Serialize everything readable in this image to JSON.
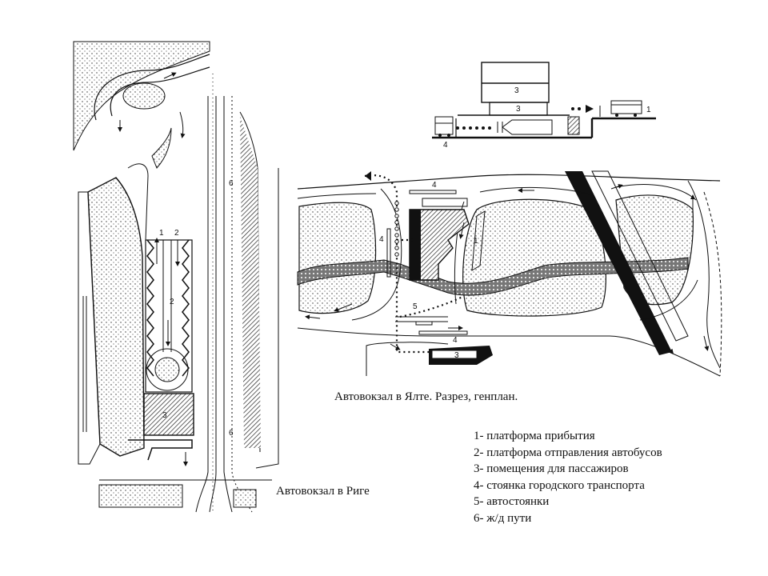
{
  "captions": {
    "riga": "Автовокзал в Риге",
    "yalta": "Автовокзал в Ялте. Разрез, генплан."
  },
  "legend": [
    "1- платформа прибытия",
    "2- платформа отправления автобусов",
    "3- помещения для пассажиров",
    "4- стоянка городского транспорта",
    "5- автостоянки",
    "6- ж/д пути"
  ],
  "riga_labels": {
    "n1": "1",
    "n2": "2",
    "n2b": "2",
    "n3": "3",
    "n6": "6",
    "n6b": "6"
  },
  "section_labels": {
    "n3": "3",
    "n3b": "3",
    "n1": "1",
    "n4": "4"
  },
  "yalta_labels": {
    "n4": "4",
    "n4b": "4",
    "n1": "1",
    "n5": "5",
    "n4c": "4",
    "n3": "3"
  }
}
